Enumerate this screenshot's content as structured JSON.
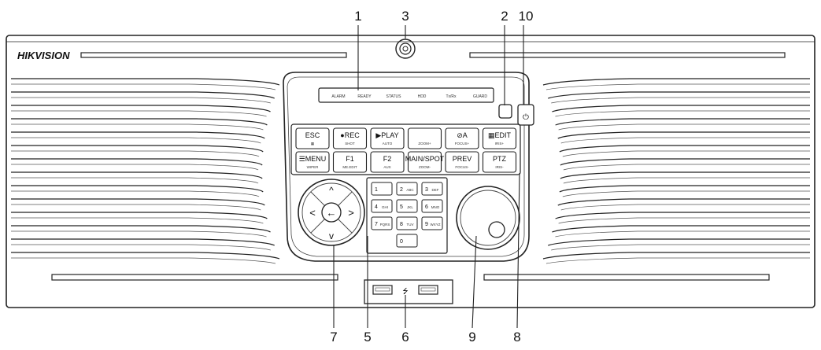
{
  "brand": "HIKVISION",
  "callouts": [
    "1",
    "2",
    "3",
    "5",
    "6",
    "7",
    "8",
    "9",
    "10"
  ],
  "status_leds": [
    "ALARM",
    "READY",
    "STATUS",
    "HDD",
    "Tx/Rx",
    "GUARD"
  ],
  "control_keys": [
    {
      "main": "ESC",
      "sub": "▦"
    },
    {
      "main": "●REC",
      "sub": "SHOT"
    },
    {
      "main": "▶PLAY",
      "sub": "AUTO"
    },
    {
      "main": "",
      "sub": "ZOOM+"
    },
    {
      "main": "⊘A",
      "sub": "FOCUS+"
    },
    {
      "main": "▦EDIT",
      "sub": "IRIS+"
    },
    {
      "main": "☰MENU",
      "sub": "WIPER"
    },
    {
      "main": "F1",
      "sub": "ME.EDIT"
    },
    {
      "main": "F2",
      "sub": "AUX"
    },
    {
      "main": "MAIN/SPOT",
      "sub": "ZOOM-"
    },
    {
      "main": "PREV",
      "sub": "FOCUS-"
    },
    {
      "main": "PTZ",
      "sub": "IRIS-"
    }
  ],
  "numpad": [
    {
      "n": "1",
      "t": ""
    },
    {
      "n": "2",
      "t": "ABC"
    },
    {
      "n": "3",
      "t": "DEF"
    },
    {
      "n": "4",
      "t": "GHI"
    },
    {
      "n": "5",
      "t": "JKL"
    },
    {
      "n": "6",
      "t": "MNO"
    },
    {
      "n": "7",
      "t": "PQRS"
    },
    {
      "n": "8",
      "t": "TUV"
    },
    {
      "n": "9",
      "t": "WXYZ"
    },
    {
      "n": "0",
      "t": ""
    }
  ],
  "usb_symbol": "⭍",
  "colors": {
    "line": "#222222",
    "background": "#ffffff"
  }
}
